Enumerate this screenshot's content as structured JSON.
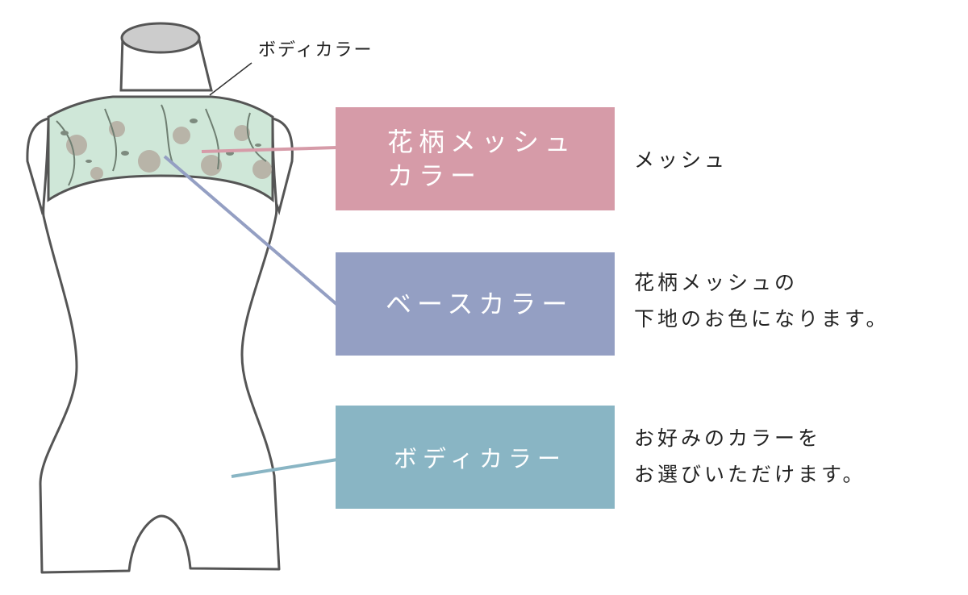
{
  "neck_label": "ボディカラー",
  "boxes": {
    "mesh": {
      "line1": "花柄メッシュ",
      "line2": "カラー",
      "color": "#d69ba8"
    },
    "base": {
      "label": "ベースカラー",
      "color": "#949fc3"
    },
    "body": {
      "label": "ボディカラー",
      "color": "#89b5c4"
    }
  },
  "descriptions": {
    "mesh": {
      "line1": "メッシュ"
    },
    "base": {
      "line1": "花柄メッシュの",
      "line2": "下地のお色になります。"
    },
    "body": {
      "line1": "お好みのカラーを",
      "line2": "お選びいただけます。"
    }
  },
  "colors": {
    "outline": "#555555",
    "mesh_fill": "#cfe7d8",
    "neck_top": "#cccccc"
  }
}
